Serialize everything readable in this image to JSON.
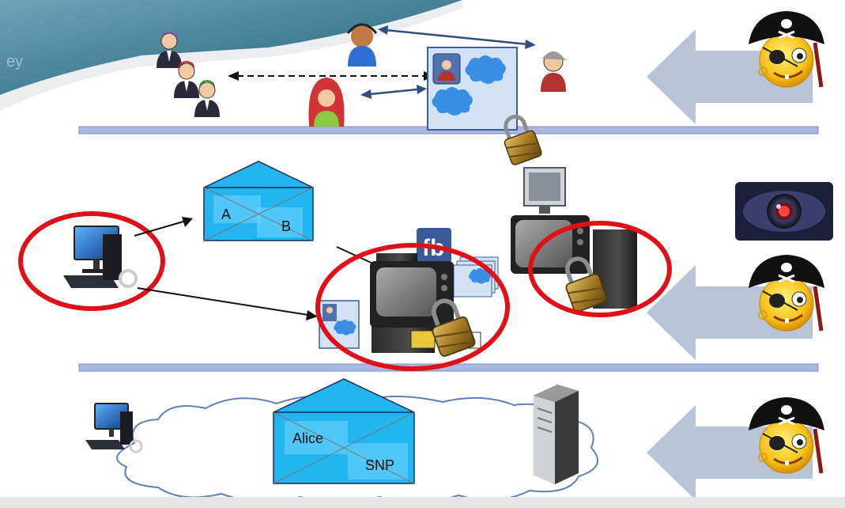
{
  "layers": {
    "top": {
      "threat": "pirate-icon"
    },
    "middle": {
      "envelope": {
        "label_a": "A",
        "label_b": "B"
      },
      "fb_badge": "fb",
      "threats": [
        "spy-eye-icon",
        "pirate-icon"
      ]
    },
    "bottom": {
      "envelope": {
        "sender": "Alice",
        "recipient": "SNP"
      },
      "threat": "pirate-icon"
    }
  },
  "colors": {
    "divider": "#9aaad8",
    "arrow_fill": "#b8c4d6",
    "envelope_fill": "#1fb5f0",
    "highlight_ring": "#e0101a",
    "lock_gold": "#b08a2a",
    "cloud_fill": "#ffffff",
    "cloud_stroke": "#5f7fb8"
  }
}
